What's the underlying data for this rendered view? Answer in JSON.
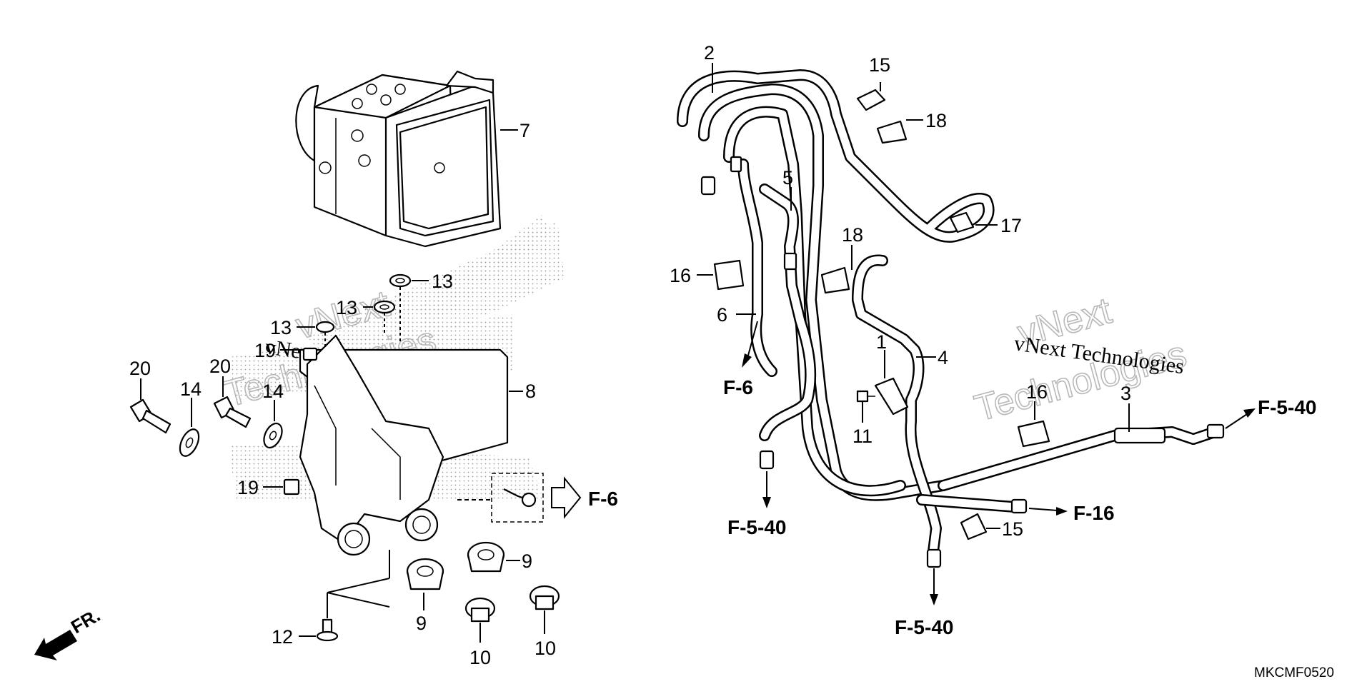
{
  "diagram": {
    "code": "MKCMF0520",
    "front_label": "FR.",
    "watermark_brand": "vNext Technologies",
    "watermark_line1": "vNext",
    "watermark_line2": "Technologies",
    "callouts": {
      "c1": "1",
      "c2": "2",
      "c3": "3",
      "c4": "4",
      "c5": "5",
      "c6": "6",
      "c7": "7",
      "c8": "8",
      "c9a": "9",
      "c9b": "9",
      "c10a": "10",
      "c10b": "10",
      "c11": "11",
      "c12": "12",
      "c13a": "13",
      "c13b": "13",
      "c13c": "13",
      "c14a": "14",
      "c14b": "14",
      "c15a": "15",
      "c15b": "15",
      "c16a": "16",
      "c16b": "16",
      "c17": "17",
      "c18a": "18",
      "c18b": "18",
      "c19a": "19",
      "c19b": "19",
      "c20a": "20",
      "c20b": "20"
    },
    "references": {
      "r_f6_bracket": "F-6",
      "r_f6_hose": "F-6",
      "r_f540_left": "F-5-40",
      "r_f540_bottom": "F-5-40",
      "r_f540_right": "F-5-40",
      "r_f16": "F-16"
    }
  }
}
